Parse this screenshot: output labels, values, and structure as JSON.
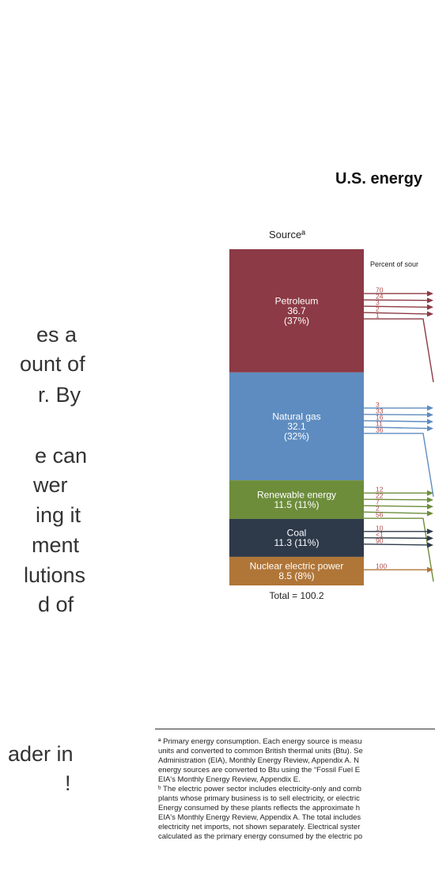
{
  "body_text": {
    "lines": [
      "es a",
      "ount of",
      "r. By",
      "",
      "e can",
      "wer",
      "ing it",
      "ment",
      "lutions",
      "d of"
    ],
    "lines2": [
      "ader in",
      "!"
    ]
  },
  "chart_data": {
    "type": "table",
    "title": "U.S. energy",
    "source_label": "Sourceª",
    "percent_label": "Percent of sour",
    "total_label": "Total = 100.2",
    "sources": [
      {
        "name": "Petroleum",
        "value": "36.7",
        "share": "(37%)",
        "value_num": 36.7,
        "color": "#8c3a45",
        "flows": [
          "70",
          "24",
          "3",
          "2",
          "1"
        ],
        "flow_color": "#8c3a45"
      },
      {
        "name": "Natural gas",
        "value": "32.1",
        "share": "(32%)",
        "value_num": 32.1,
        "color": "#5e8cc0",
        "flows": [
          "3",
          "33",
          "16",
          "11",
          "36"
        ],
        "flow_color": "#5e8cc0"
      },
      {
        "name": "Renewable energy",
        "value": "11.5 (11%)",
        "share": "",
        "value_num": 11.5,
        "color": "#6d8d3b",
        "flows": [
          "12",
          "22",
          "7",
          "2",
          "56"
        ],
        "flow_color": "#6d8d3b"
      },
      {
        "name": "Coal",
        "value": "11.3 (11%)",
        "share": "",
        "value_num": 11.3,
        "color": "#2e3a4a",
        "flows": [
          "10",
          "<1",
          "90"
        ],
        "flow_color": "#2e3a4a"
      },
      {
        "name": "Nuclear electric power",
        "value": "8.5 (8%)",
        "share": "",
        "value_num": 8.5,
        "color": "#b07638",
        "flows": [
          "100"
        ],
        "flow_color": "#b07638"
      }
    ],
    "label_color": "#b04a4a"
  },
  "footnotes": [
    "ª Primary energy consumption. Each energy source is measu",
    "units and converted to common British thermal units (Btu). Se",
    "Administration (EIA), Monthly Energy Review, Appendix A. N",
    "energy sources are converted to Btu using the “Fossil Fuel E",
    "EIA's Monthly Energy Review, Appendix E.",
    "ᵇ The electric power sector includes electricity-only and comb",
    "plants whose primary business is to sell electricity, or electric",
    "Energy consumed by these plants reflects the approximate h",
    "EIA's Monthly Energy Review, Appendix A. The total includes",
    "electricity net imports, not shown separately. Electrical syster",
    "calculated as the primary energy consumed by the electric po"
  ]
}
